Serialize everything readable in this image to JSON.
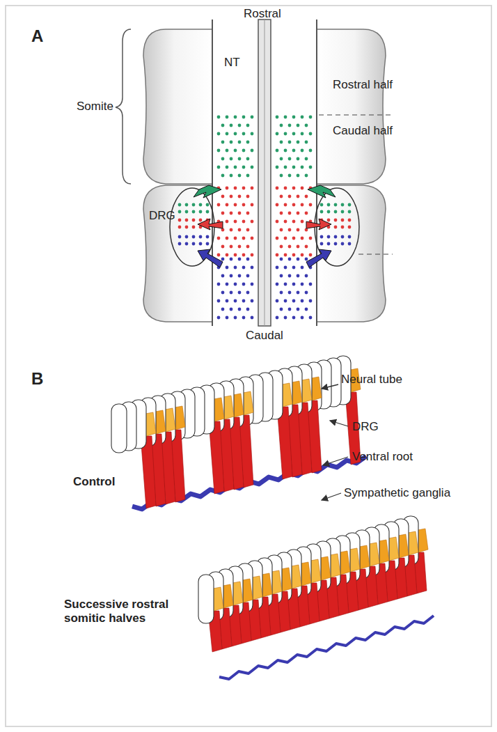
{
  "diagram": {
    "labels": [
      "A",
      "Rostral",
      "Somite",
      "NT",
      "Rostral half",
      "Caudal half",
      "DRG",
      "Caudal",
      "B",
      "Neural tube",
      "DRG",
      "Ventral root",
      "Sympathetic ganglia",
      "Control",
      "Successive rostral somitic halves"
    ]
  }
}
